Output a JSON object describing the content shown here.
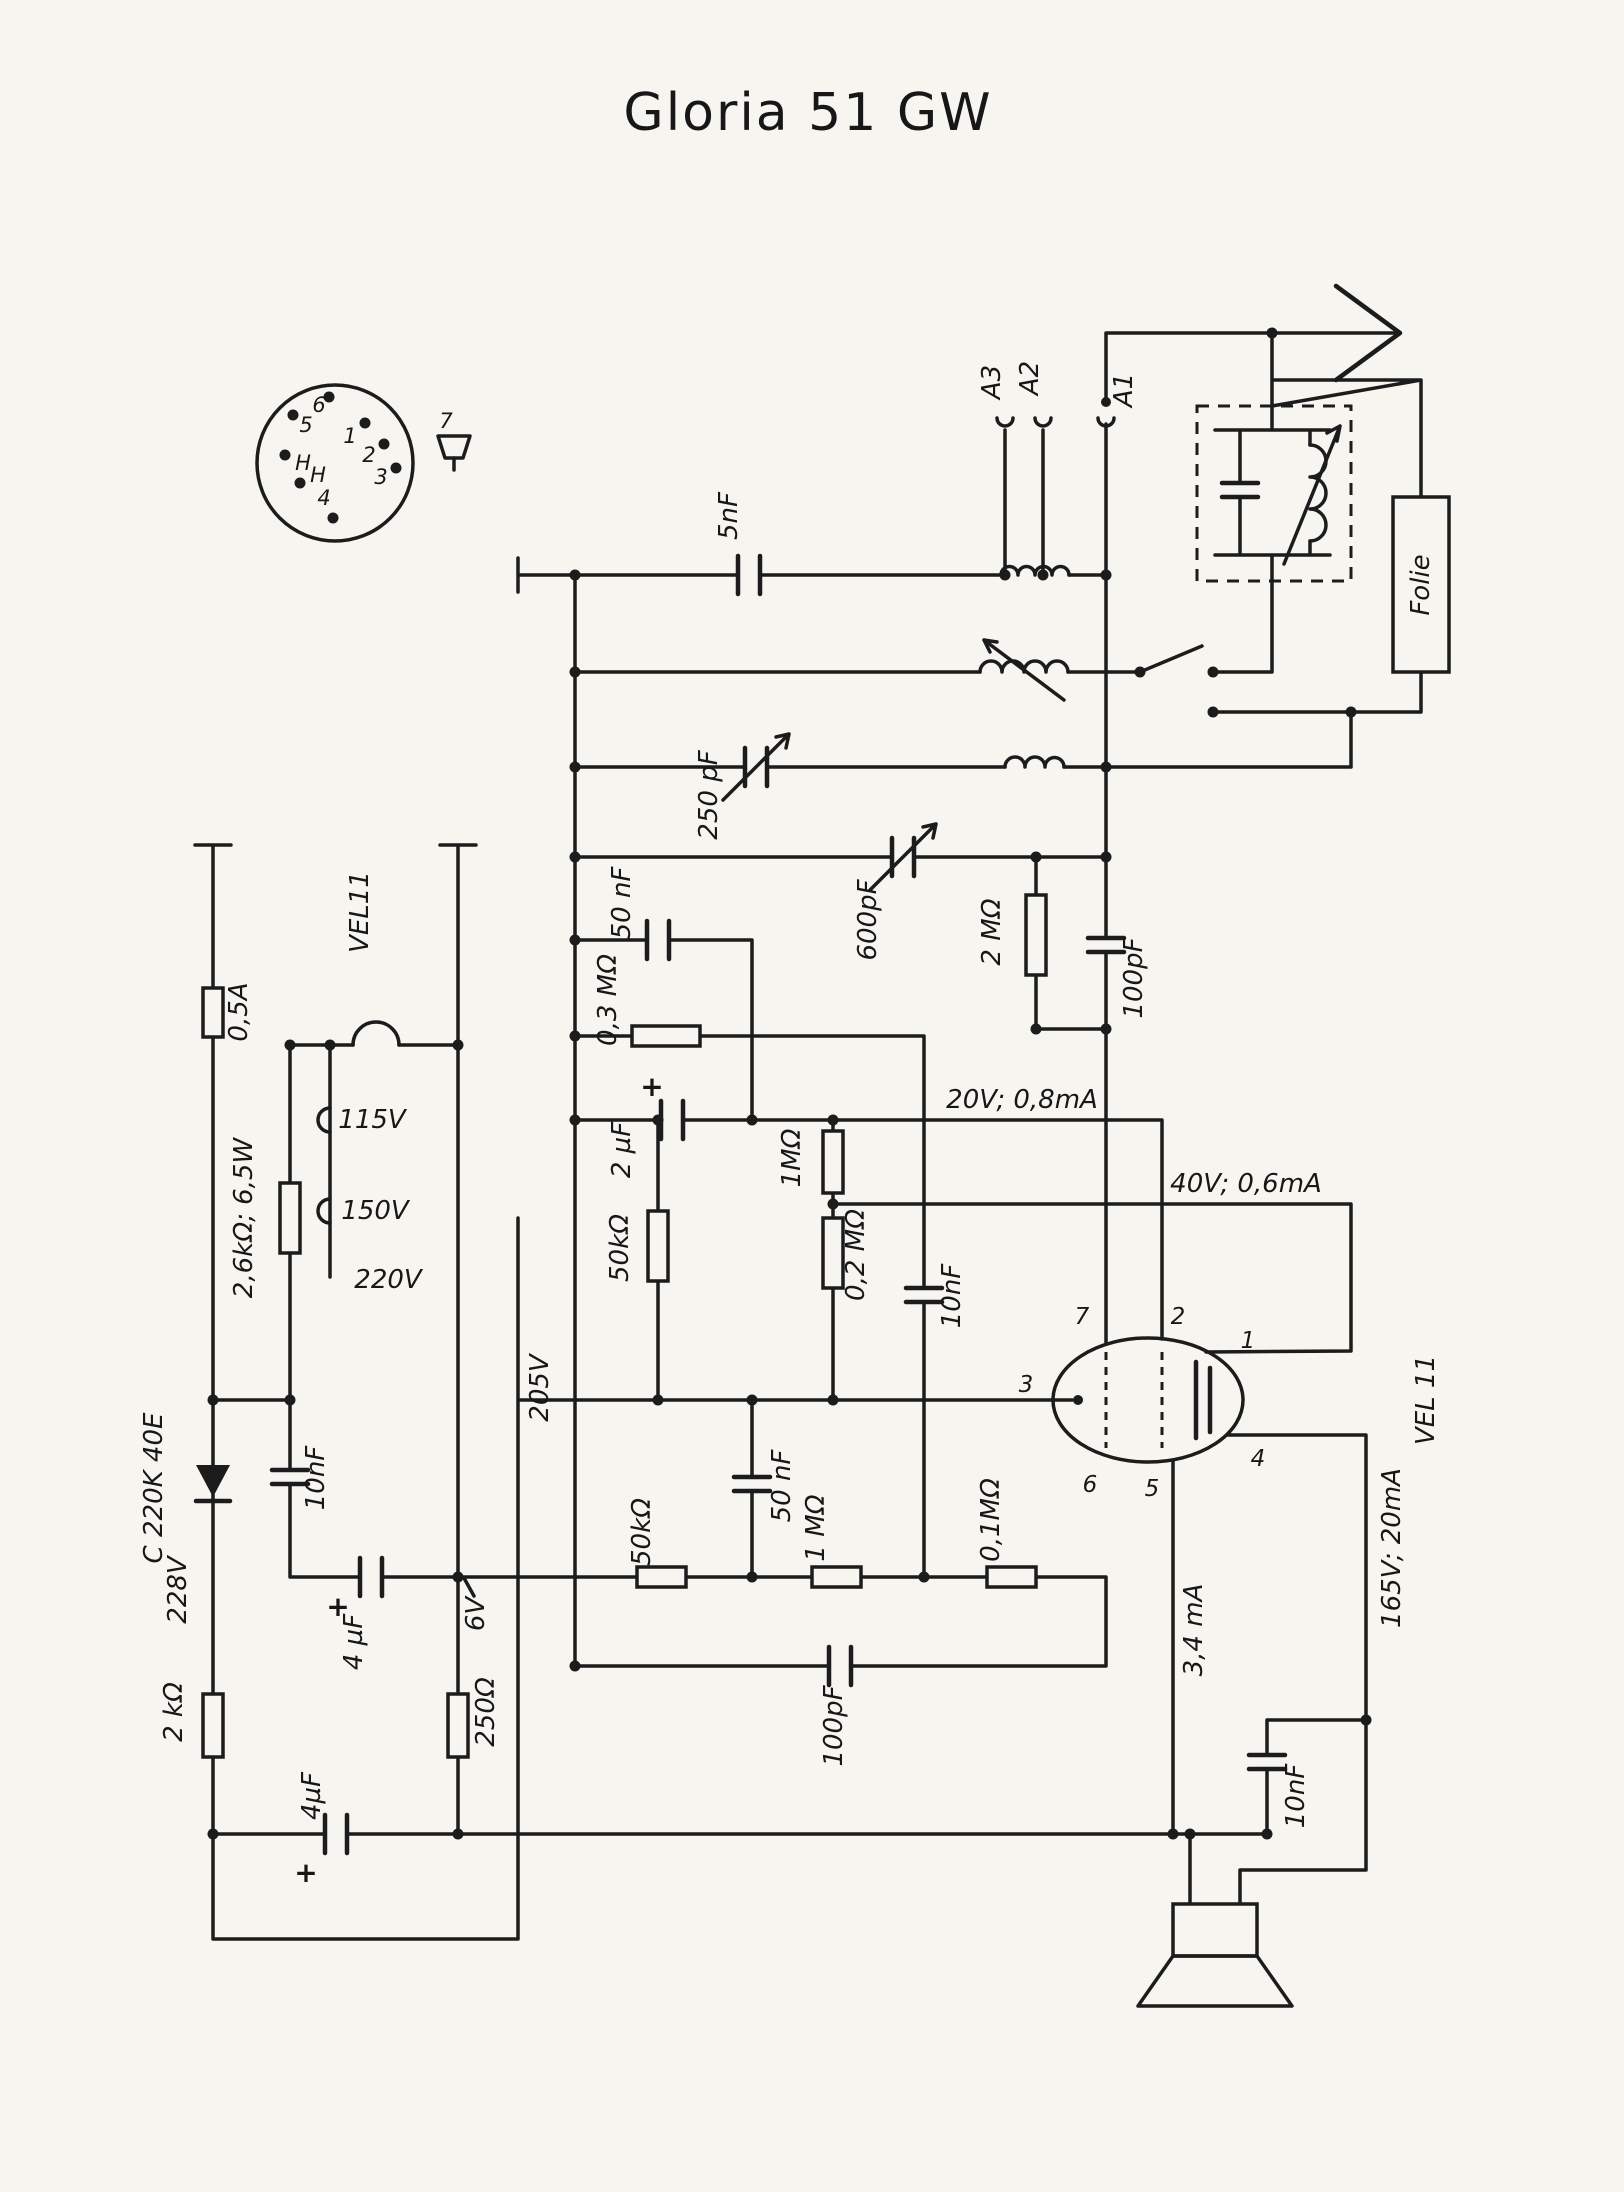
{
  "title": "Gloria 51 GW",
  "colors": {
    "ink": "#1c1c1c",
    "paper": "#f7f5ef"
  },
  "socket": {
    "pin1": "1",
    "pin2": "2",
    "pin3": "3",
    "pin4": "4",
    "pin5": "5",
    "pin6": "6",
    "heater_left": "H",
    "heater_right": "H",
    "lamp_pin": "7"
  },
  "antenna": {
    "a1": "A1",
    "a2": "A2",
    "a3": "A3",
    "folie": "Folie"
  },
  "power": {
    "fuse": "0,5A",
    "dropper": "2,6kΩ; 6,5W",
    "rectifier": "C 220K 40E",
    "tap_115": "115V",
    "tap_150": "150V",
    "tap_220": "220V",
    "v228": "228V",
    "v205": "205V",
    "v6": "6V",
    "c10nf": "10nF",
    "c4uf": "4 µF",
    "c4uf_out": "4µF",
    "r2k": "2 kΩ",
    "r250": "250Ω",
    "plus": "+"
  },
  "rf": {
    "c5nf": "5nF",
    "c250pf": "250 pF",
    "c600pf": "600pF",
    "r2m": "2 MΩ",
    "c100pf": "100pF",
    "c50nf": "50 nF",
    "r03m": "0,3 MΩ",
    "r1m": "1MΩ",
    "c2uf": "2 µF",
    "r50k": "50kΩ",
    "r02m": "0,2 MΩ",
    "c10nf": "10nF",
    "v20": "20V; 0,8mA",
    "v40": "40V; 0,6mA"
  },
  "af": {
    "r50k": "50kΩ",
    "c50nf": "50 nF",
    "r1m": "1 MΩ",
    "r01m": "0,1MΩ",
    "c100pf": "100pF",
    "c10nf": "10nF",
    "i34": "3,4 mA",
    "v165": "165V; 20mA"
  },
  "tubes": {
    "left": "VEL11",
    "right": "VEL 11",
    "pins": {
      "p1": "1",
      "p2": "2",
      "p3": "3",
      "p4": "4",
      "p5": "5",
      "p6": "6",
      "p7": "7"
    }
  }
}
